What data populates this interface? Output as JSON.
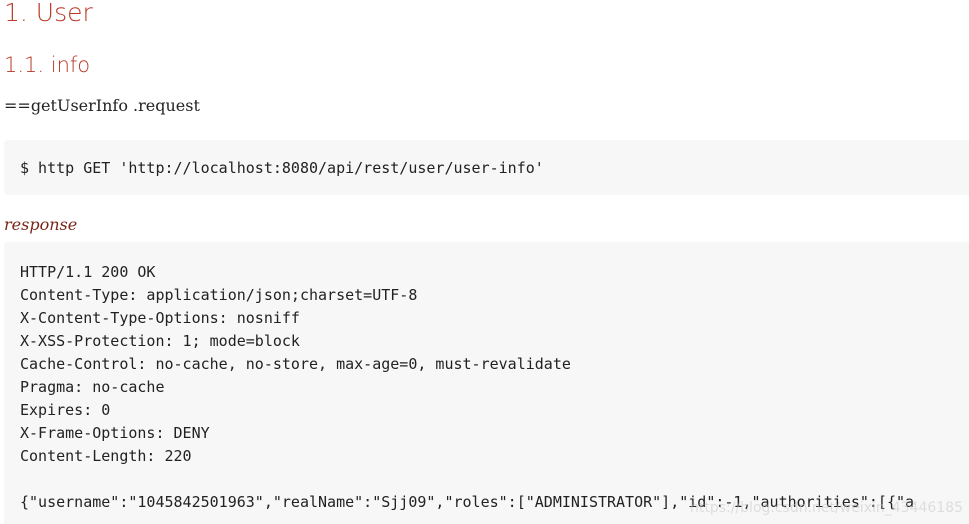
{
  "heading1": "1. User",
  "heading2": "1.1. info",
  "paragraph": "==getUserInfo .request",
  "request_block": {
    "command": "$ http GET 'http://localhost:8080/api/rest/user/user-info'"
  },
  "response_caption": "response",
  "response_block": {
    "lines": [
      "HTTP/1.1 200 OK",
      "Content-Type: application/json;charset=UTF-8",
      "X-Content-Type-Options: nosniff",
      "X-XSS-Protection: 1; mode=block",
      "Cache-Control: no-cache, no-store, max-age=0, must-revalidate",
      "Pragma: no-cache",
      "Expires: 0",
      "X-Frame-Options: DENY",
      "Content-Length: 220",
      "",
      "{\"username\":\"1045842501963\",\"realName\":\"Sjj09\",\"roles\":[\"ADMINISTRATOR\"],\"id\":-1,\"authorities\":[{\"a"
    ]
  },
  "watermark": "https://blog.csdn.net/weixin_43446185"
}
